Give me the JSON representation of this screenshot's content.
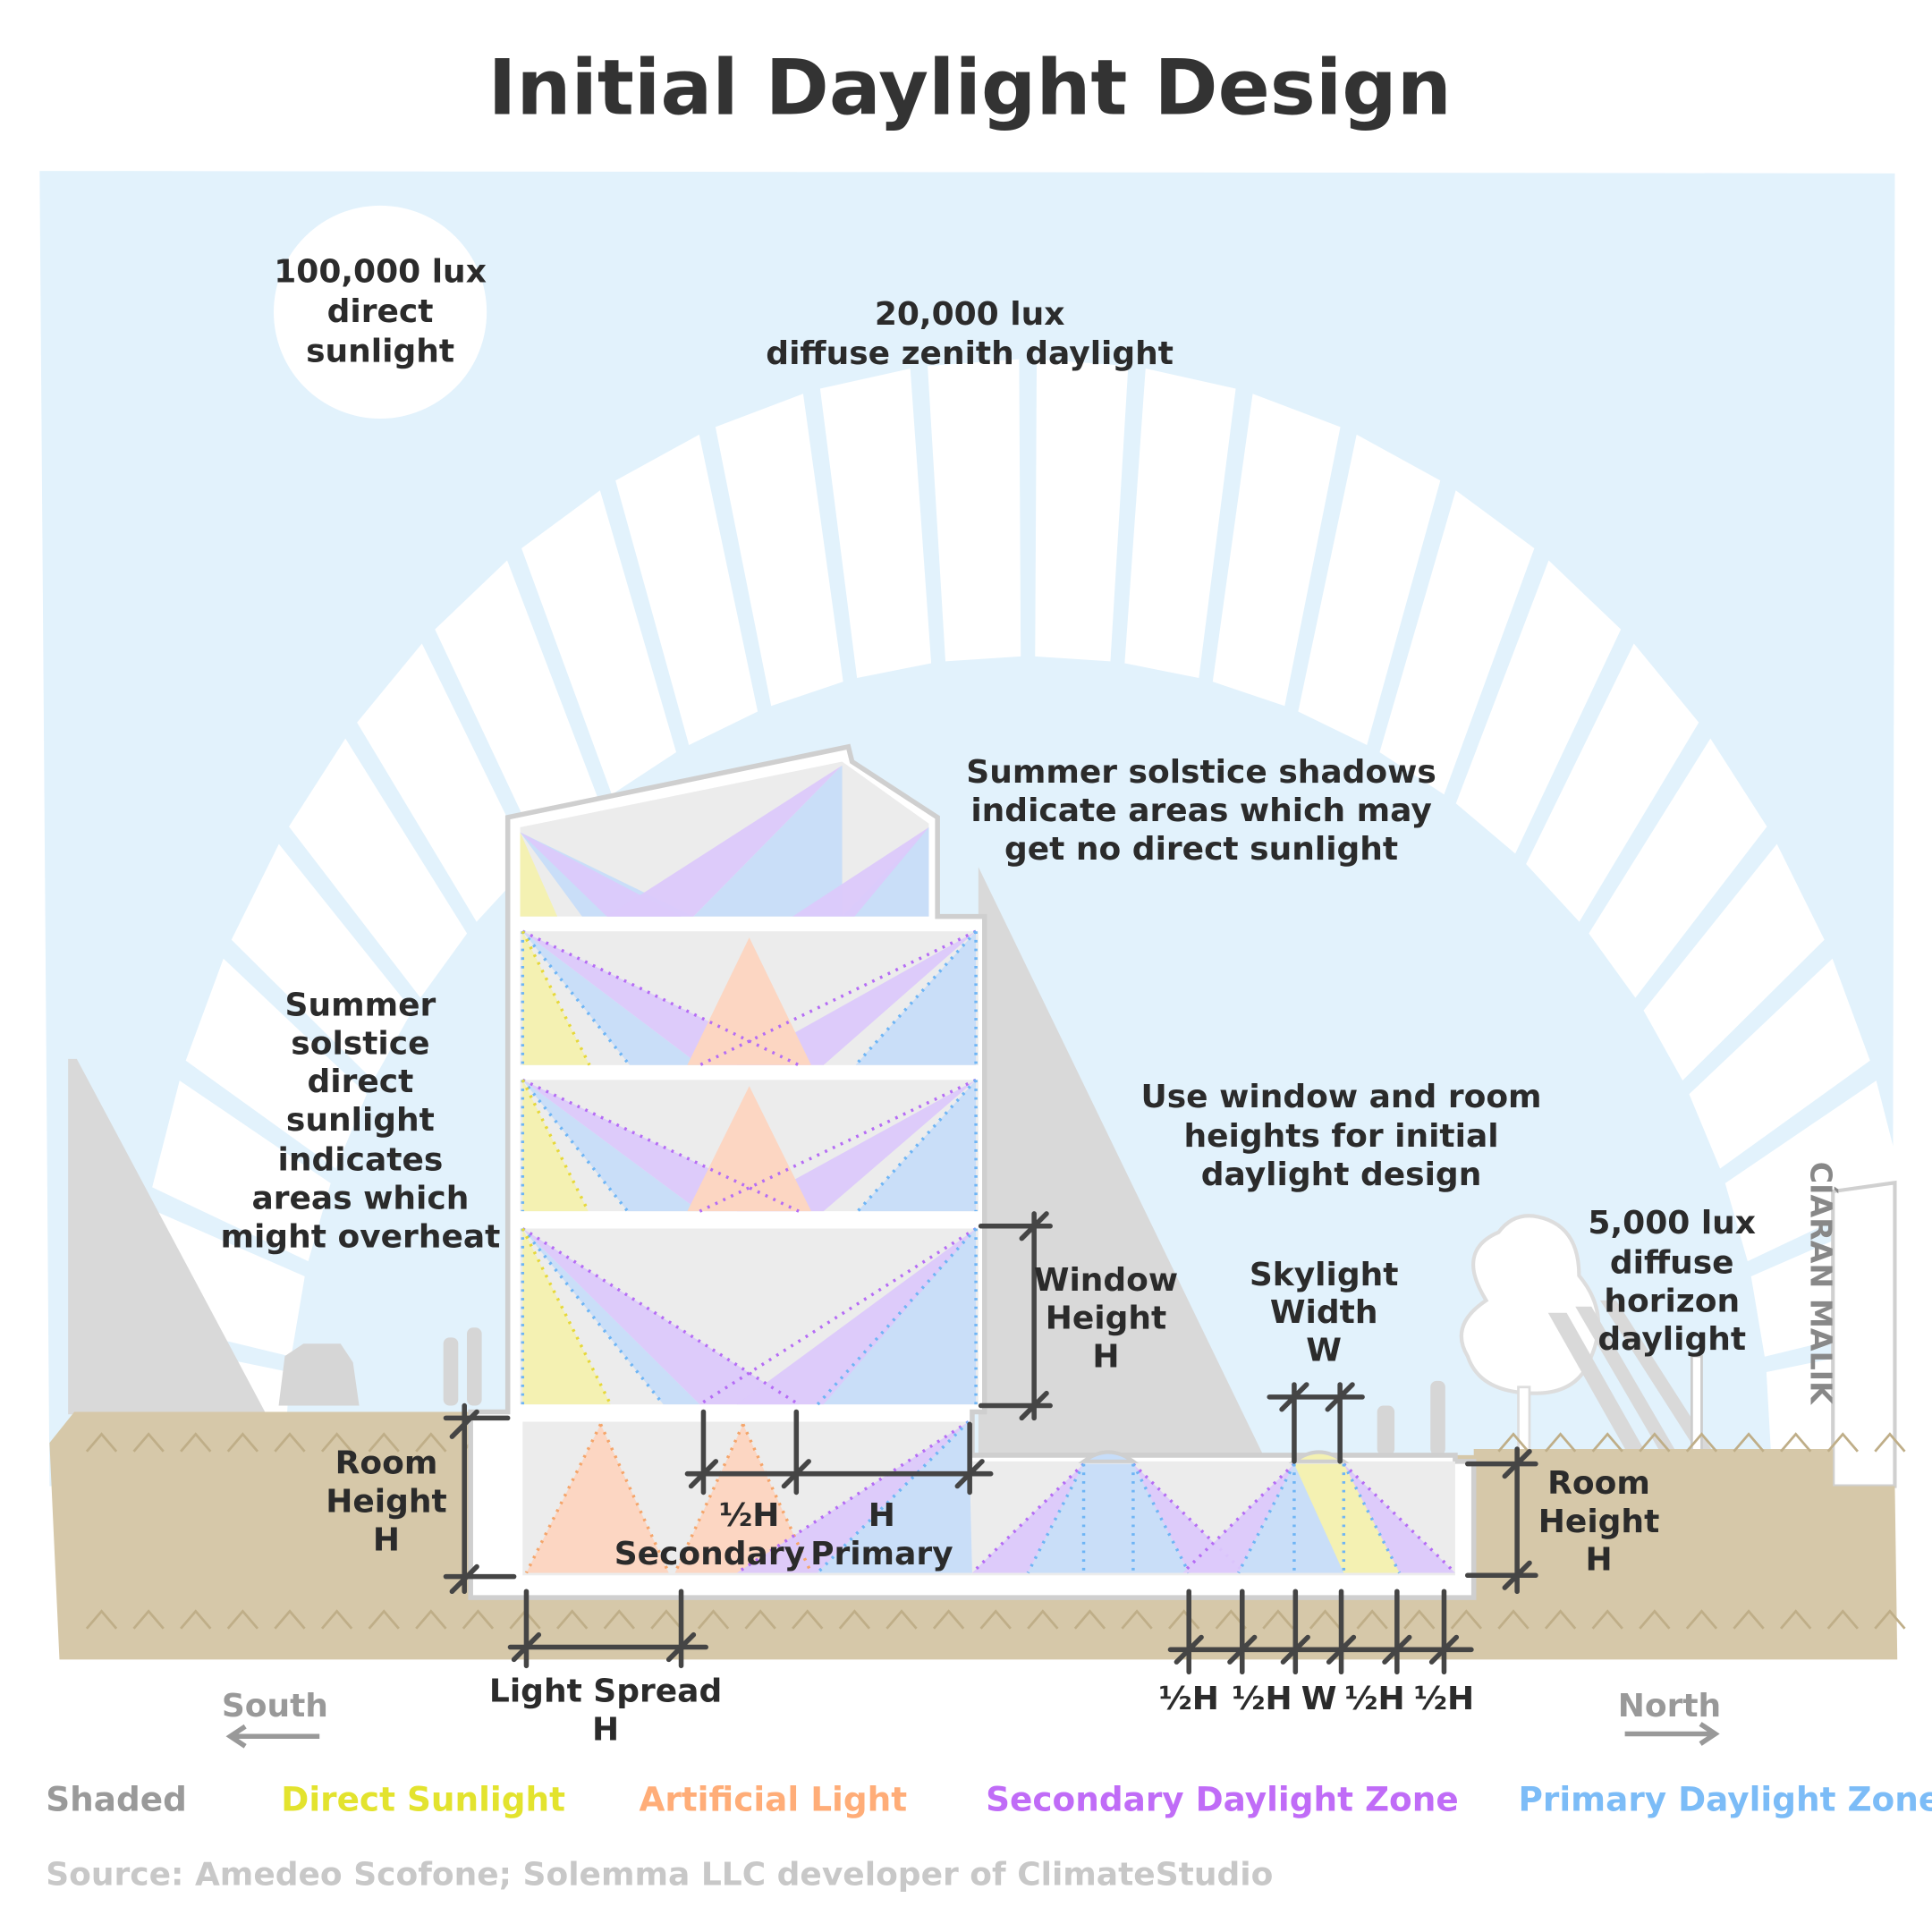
{
  "title": "Initial Daylight Design",
  "annotations": {
    "sun_line1": "100,000 lux",
    "sun_line2": "direct",
    "sun_line3": "sunlight",
    "zenith_line1": "20,000 lux",
    "zenith_line2": "diffuse zenith daylight",
    "shadows_line1": "Summer solstice shadows",
    "shadows_line2": "indicate areas which may",
    "shadows_line3": "get no direct sunlight",
    "overheat": [
      "Summer",
      "solstice",
      "direct",
      "sunlight",
      "indicates",
      "areas which",
      "might overheat"
    ],
    "heights_line1": "Use window and room",
    "heights_line2": "heights for initial",
    "heights_line3": "daylight design",
    "horizon": [
      "5,000 lux",
      "diffuse",
      "horizon",
      "daylight"
    ]
  },
  "dimensions": {
    "window_height": [
      "Window",
      "Height",
      "H"
    ],
    "skylight_width": [
      "Skylight",
      "Width",
      "W"
    ],
    "room_height_left": [
      "Room",
      "Height",
      "H"
    ],
    "room_height_right": [
      "Room",
      "Height",
      "H"
    ],
    "half_h_secondary": "½H",
    "secondary": "Secondary",
    "h_primary": "H",
    "primary": "Primary",
    "light_spread": "Light Spread",
    "light_spread_h": "H",
    "skylight_spacing": [
      "½H",
      "½H",
      "W",
      "½H",
      "½H"
    ]
  },
  "compass": {
    "south": "South",
    "north": "North"
  },
  "legend": [
    {
      "label": "Shaded",
      "color": "#9a9a9a"
    },
    {
      "label": "Direct Sunlight",
      "color": "#e3e32e"
    },
    {
      "label": "Artificial Light",
      "color": "#ffad78"
    },
    {
      "label": "Secondary Daylight Zone",
      "color": "#c06cf7"
    },
    {
      "label": "Primary Daylight Zone",
      "color": "#7cbcf7"
    }
  ],
  "source": "Source: Amedeo Scofone; Solemma LLC developer of ClimateStudio",
  "signature": "CÍARAN MALIK",
  "colors": {
    "sky": "#e2f2fc",
    "ground": "#d6c8a9",
    "shade": "#d9d9d9"
  }
}
